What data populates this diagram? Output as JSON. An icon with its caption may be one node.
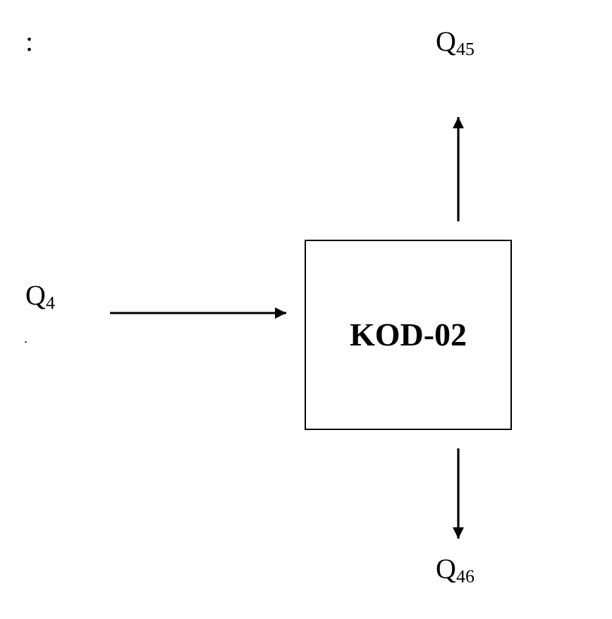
{
  "diagram": {
    "nodes": [
      {
        "text": [
          "Q$_{4}$"
        ]
      },
      {
        "text": [
          "KOD-02"
        ]
      },
      {
        "text": [
          "Q$_{45}$"
        ]
      },
      {
        "text": [
          "Q$_{46}$"
        ]
      }
    ],
    "edges": [
      {
        "from": 0,
        "to": 1,
        "arrow": "to"
      },
      {
        "from": 1,
        "to": 2,
        "arrow": "to"
      },
      {
        "from": 1,
        "to": 3,
        "arrow": "to"
      }
    ],
    "labels": [
      ":",
      "."
    ]
  }
}
